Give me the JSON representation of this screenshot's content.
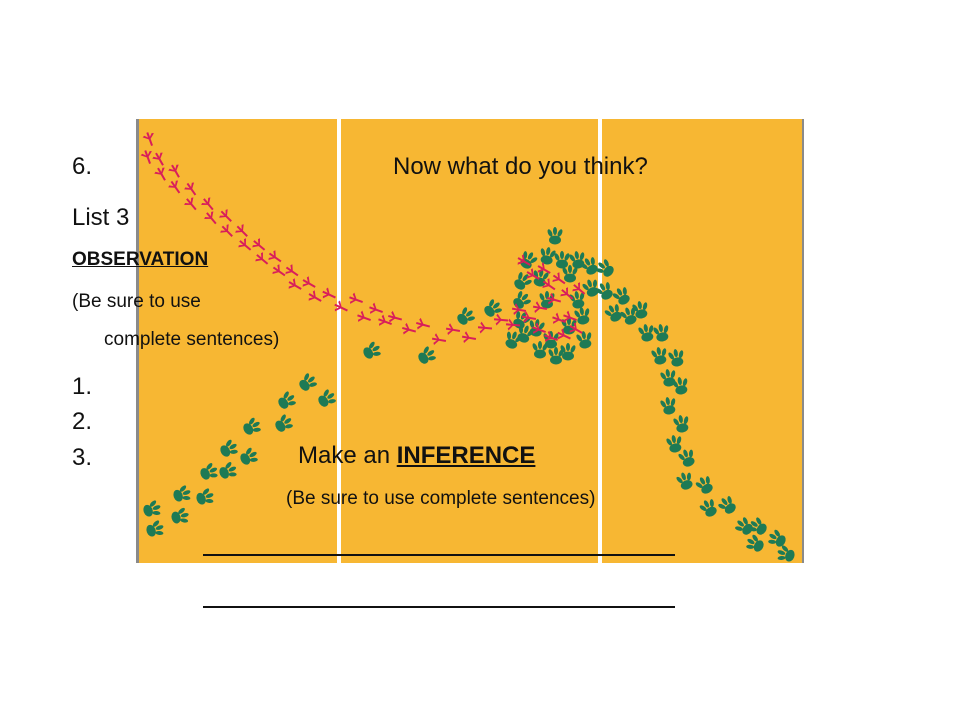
{
  "slide": {
    "number": "6.",
    "title": "Now what do you think?",
    "list_heading": "List 3",
    "observation_label": "OBSERVATION",
    "note_line1": "(Be sure to use",
    "note_line2": "complete sentences)",
    "items": [
      "1.",
      "2.",
      "3."
    ],
    "inference_prefix": "Make an ",
    "inference_label": "INFERENCE",
    "inference_note": "(Be sure to use complete sentences)"
  },
  "colors": {
    "panel": "#f7b733",
    "green_tracks": "#1e7a55",
    "red_tracks": "#d81e5b",
    "divider": "#ffffff"
  },
  "icons": {
    "green": "three-toed-footprint-icon",
    "red": "bird-footprint-icon"
  }
}
